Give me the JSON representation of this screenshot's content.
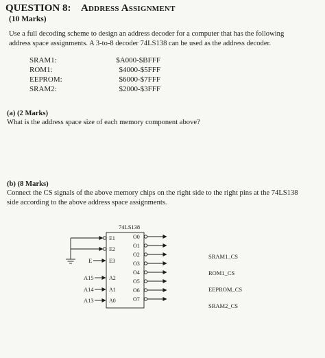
{
  "question": {
    "label": "QUESTION 8:",
    "title": "Address Assignment",
    "marks": "(10 Marks)"
  },
  "intro": {
    "line1": "Use a full decoding scheme to design an address decoder for a computer that has the following",
    "line2": "address space assignments. A 3-to-8 decoder 74LS138 can be used as the address decoder."
  },
  "memory_map": [
    {
      "name": "SRAM1:",
      "range": "$A000-$BFFF"
    },
    {
      "name": "ROM1:",
      "range": "$4000-$5FFF"
    },
    {
      "name": "EEPROM:",
      "range": "$6000-$7FFF"
    },
    {
      "name": "SRAM2:",
      "range": "$2000-$3FFF"
    }
  ],
  "part_a": {
    "heading": "(a) (2 Marks)",
    "text": "What is the address space size of each memory component above?"
  },
  "part_b": {
    "heading": "(b) (8 Marks)",
    "line1": "Connect the CS signals of the above memory chips on the right side to the right pins at the 74LS138",
    "line2": "side according to the above address space assignments."
  },
  "diagram": {
    "chip_name": "74LS138",
    "inputs": [
      "E1",
      "E2",
      "E3",
      "A2",
      "A1",
      "A0"
    ],
    "input_labels": {
      "e": "E",
      "a15": "A15",
      "a14": "A14",
      "a13": "A13"
    },
    "outputs": [
      "O0",
      "O1",
      "O2",
      "O3",
      "O4",
      "O5",
      "O6",
      "O7"
    ],
    "cs_signals": [
      "SRAM1_CS",
      "ROM1_CS",
      "EEPROM_CS",
      "SRAM2_CS"
    ]
  }
}
